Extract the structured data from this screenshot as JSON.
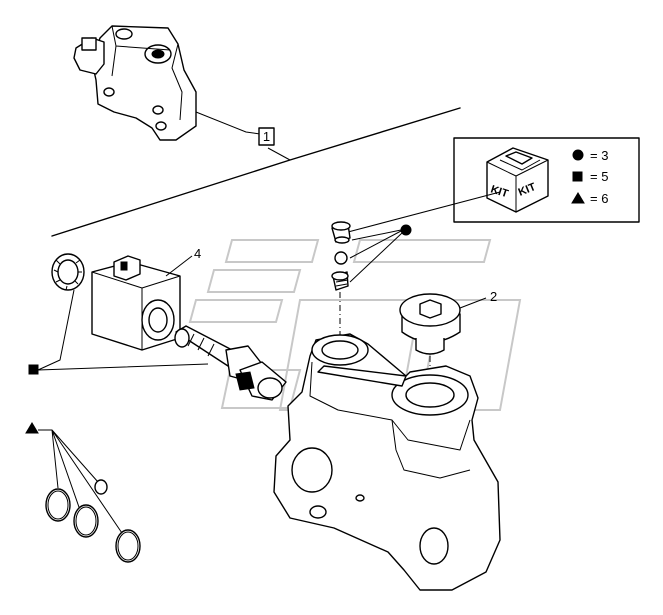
{
  "callouts": {
    "item_1": "1",
    "item_2": "2",
    "item_4": "4"
  },
  "kit_legend": {
    "kit_word": "KIT",
    "circle_qty": "= 3",
    "square_qty": "= 5",
    "triangle_qty": "= 6"
  }
}
